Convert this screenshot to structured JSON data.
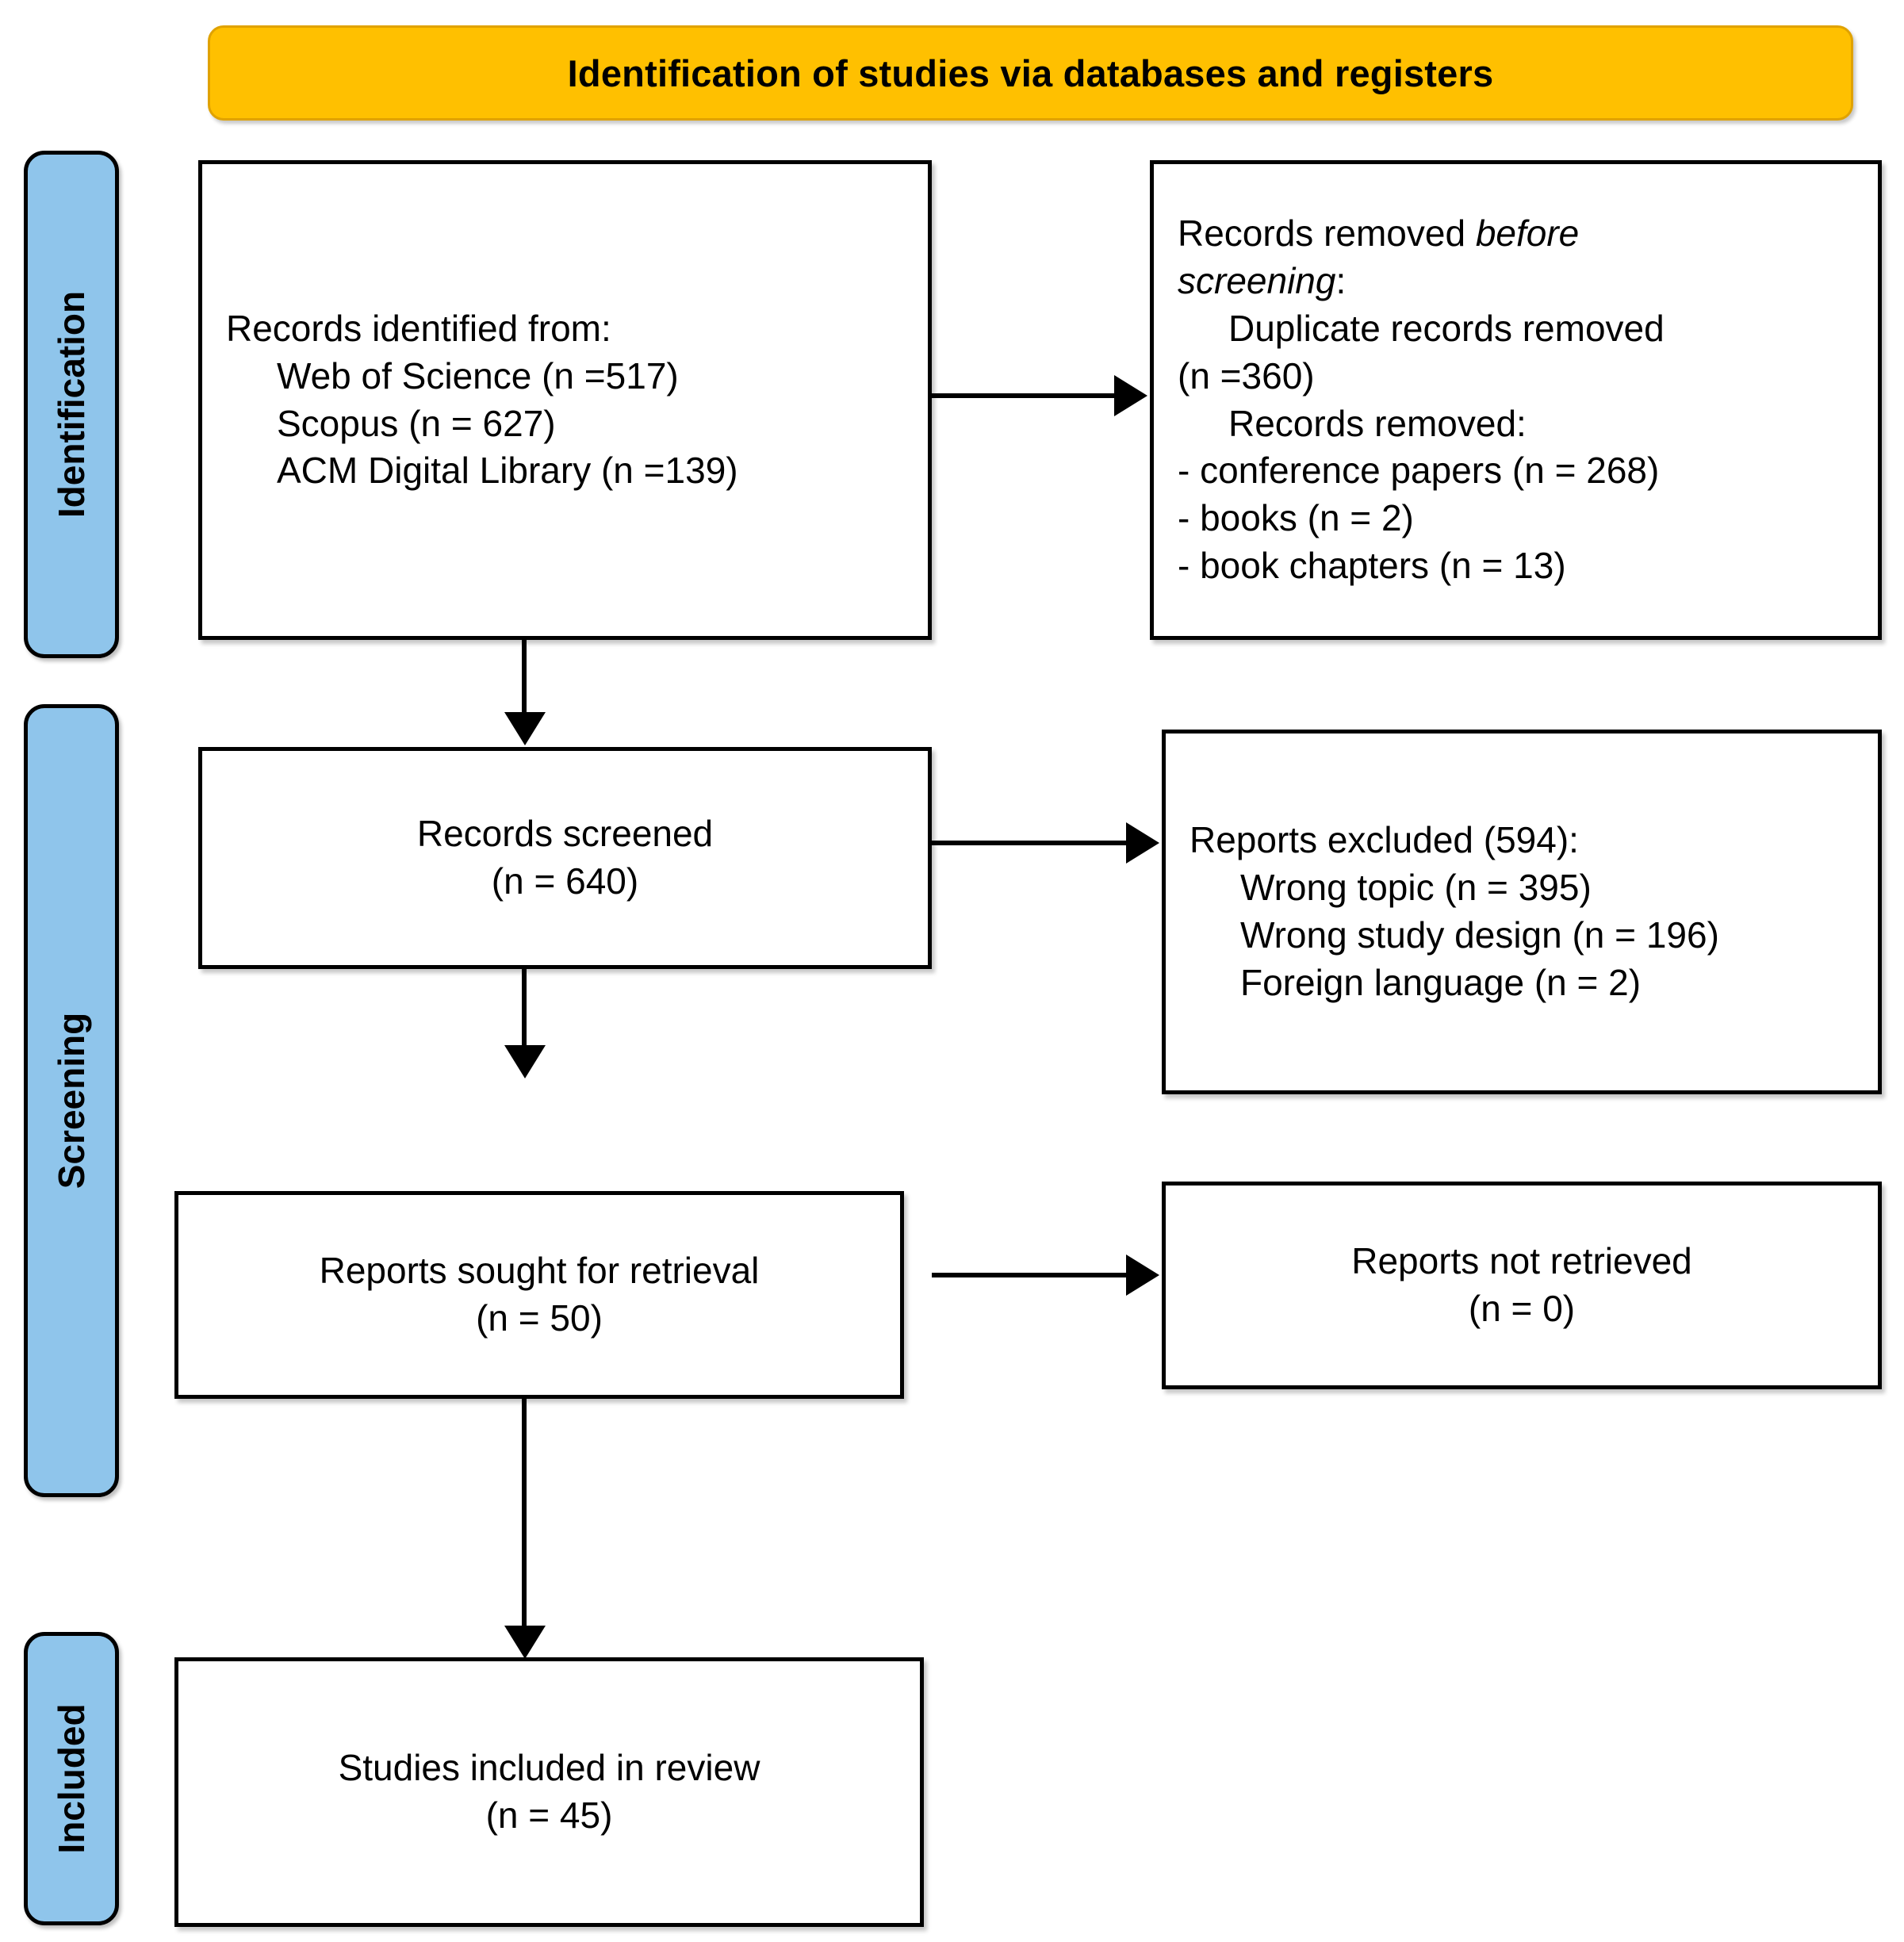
{
  "banner": {
    "title": "Identification of studies via databases and registers"
  },
  "phases": [
    {
      "name": "identification",
      "label": "Identification"
    },
    {
      "name": "screening",
      "label": "Screening"
    },
    {
      "name": "included",
      "label": "Included"
    }
  ],
  "boxes": {
    "records_identified": {
      "lines": [
        {
          "text": "Records identified from:",
          "indent": 0,
          "italic": false
        },
        {
          "text": "Web of Science (n =517)",
          "indent": 1,
          "italic": false
        },
        {
          "text": "Scopus (n = 627)",
          "indent": 1,
          "italic": false
        },
        {
          "text": "ACM Digital Library (n =139)",
          "indent": 1,
          "italic": false
        }
      ]
    },
    "records_removed": {
      "lines": [
        {
          "text": "Records removed ",
          "indent": 0,
          "italic": false,
          "trailing_italic": "before"
        },
        {
          "text": "screening",
          "indent": 0,
          "italic": true,
          "trailing_plain": ":"
        },
        {
          "text": "Duplicate records removed",
          "indent": 1,
          "italic": false
        },
        {
          "text": "(n =360)",
          "indent": 0,
          "italic": false
        },
        {
          "text": "Records removed:",
          "indent": 1,
          "italic": false
        },
        {
          "text": "- conference papers (n = 268)",
          "indent": 0,
          "italic": false
        },
        {
          "text": "- books (n = 2)",
          "indent": 0,
          "italic": false
        },
        {
          "text": "- book chapters (n = 13)",
          "indent": 0,
          "italic": false
        }
      ]
    },
    "records_screened": {
      "line1": "Records screened",
      "line2": "(n = 640)"
    },
    "reports_excluded": {
      "lines": [
        {
          "text": "Reports excluded (594):",
          "indent": 0
        },
        {
          "text": "Wrong topic (n = 395)",
          "indent": 1
        },
        {
          "text": "Wrong study design (n = 196)",
          "indent": 1
        },
        {
          "text": "Foreign language (n = 2)",
          "indent": 1
        }
      ]
    },
    "reports_sought": {
      "line1": "Reports sought for retrieval",
      "line2": "(n = 50)"
    },
    "reports_not_retrieved": {
      "line1": "Reports not retrieved",
      "line2": "(n = 0)"
    },
    "studies_included": {
      "line1": "Studies included in review",
      "line2": "(n = 45)"
    }
  },
  "colors": {
    "banner_fill": "#FFC000",
    "phase_fill": "#8FC5EB",
    "outline": "#000000",
    "text": "#000000"
  }
}
